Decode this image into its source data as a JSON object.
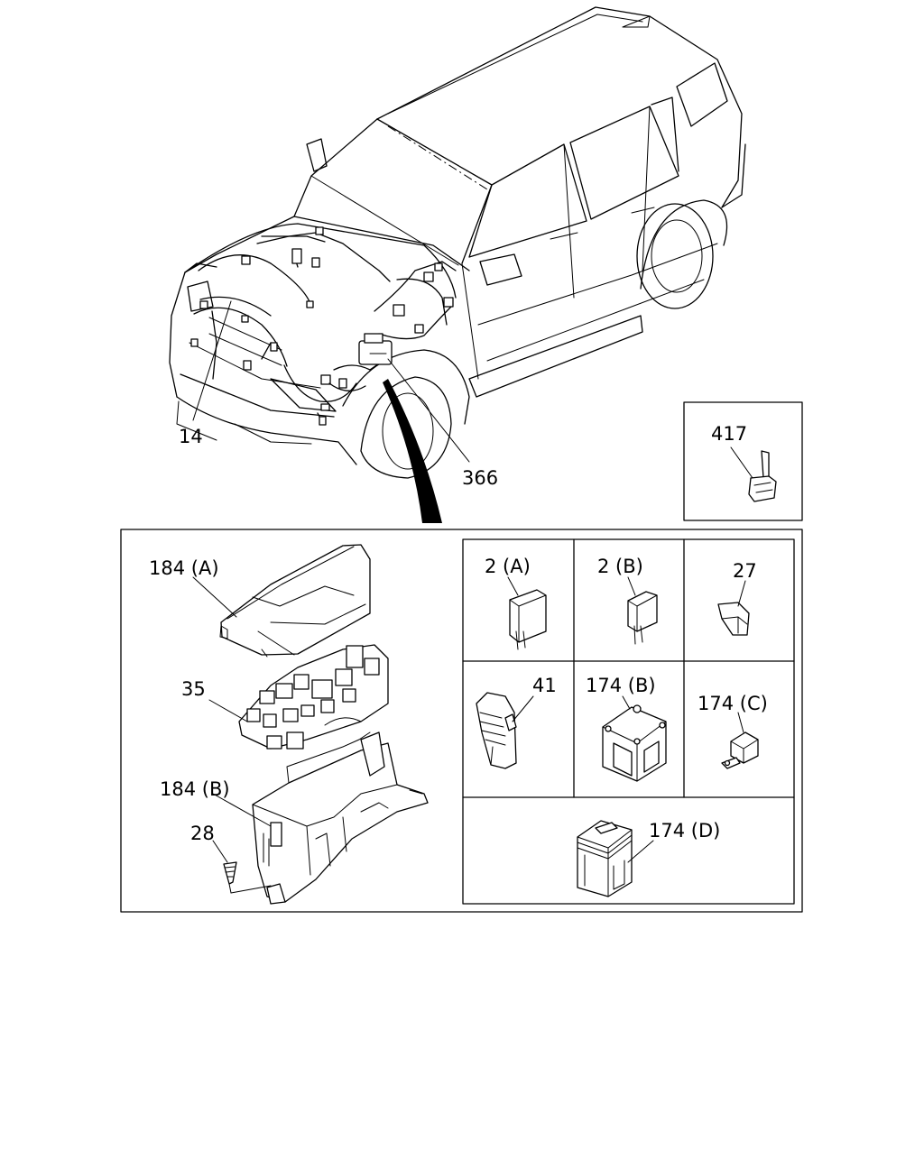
{
  "diagram": {
    "callouts": {
      "harness_front": "14",
      "harness_engine": "366",
      "connector_417": "417",
      "cover_upper": "184 (A)",
      "relay_block": "35",
      "cover_lower": "184 (B)",
      "screw": "28",
      "relay_2a": "2 (A)",
      "relay_2b": "2 (B)",
      "fuse_27": "27",
      "relay_41": "41",
      "fuse_174b": "174 (B)",
      "fuse_174c": "174 (C)",
      "fuse_174d": "174 (D)"
    }
  }
}
